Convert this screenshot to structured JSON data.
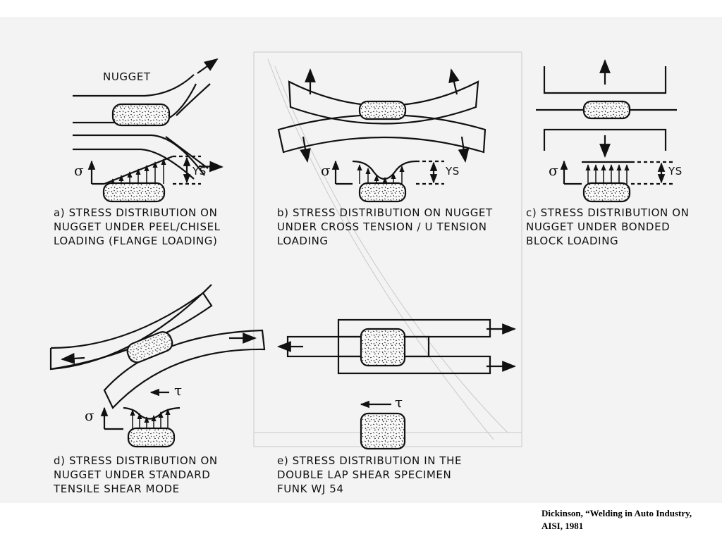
{
  "panels": {
    "a": {
      "label_nugget": "NUGGET",
      "sigma": "σ",
      "ys": "YS",
      "caption": [
        "a) STRESS DISTRIBUTION ON",
        "NUGGET UNDER PEEL/CHISEL",
        "LOADING (FLANGE LOADING)"
      ]
    },
    "b": {
      "sigma": "σ",
      "ys": "YS",
      "caption": [
        "b) STRESS DISTRIBUTION ON NUGGET",
        "UNDER CROSS TENSION / U TENSION",
        "LOADING"
      ]
    },
    "c": {
      "sigma": "σ",
      "ys": "YS",
      "caption": [
        "c) STRESS DISTRIBUTION ON",
        "NUGGET UNDER BONDED",
        "BLOCK LOADING"
      ]
    },
    "d": {
      "sigma": "σ",
      "tau": "τ",
      "caption": [
        "d) STRESS DISTRIBUTION ON",
        "NUGGET UNDER STANDARD",
        "TENSILE SHEAR MODE"
      ]
    },
    "e": {
      "tau": "τ",
      "caption": [
        "e) STRESS DISTRIBUTION IN THE",
        "DOUBLE LAP SHEAR SPECIMEN",
        "FUNK WJ 54"
      ]
    }
  },
  "citation": [
    "Dickinson, “Welding in Auto Industry,",
    "AISI, 1981"
  ]
}
